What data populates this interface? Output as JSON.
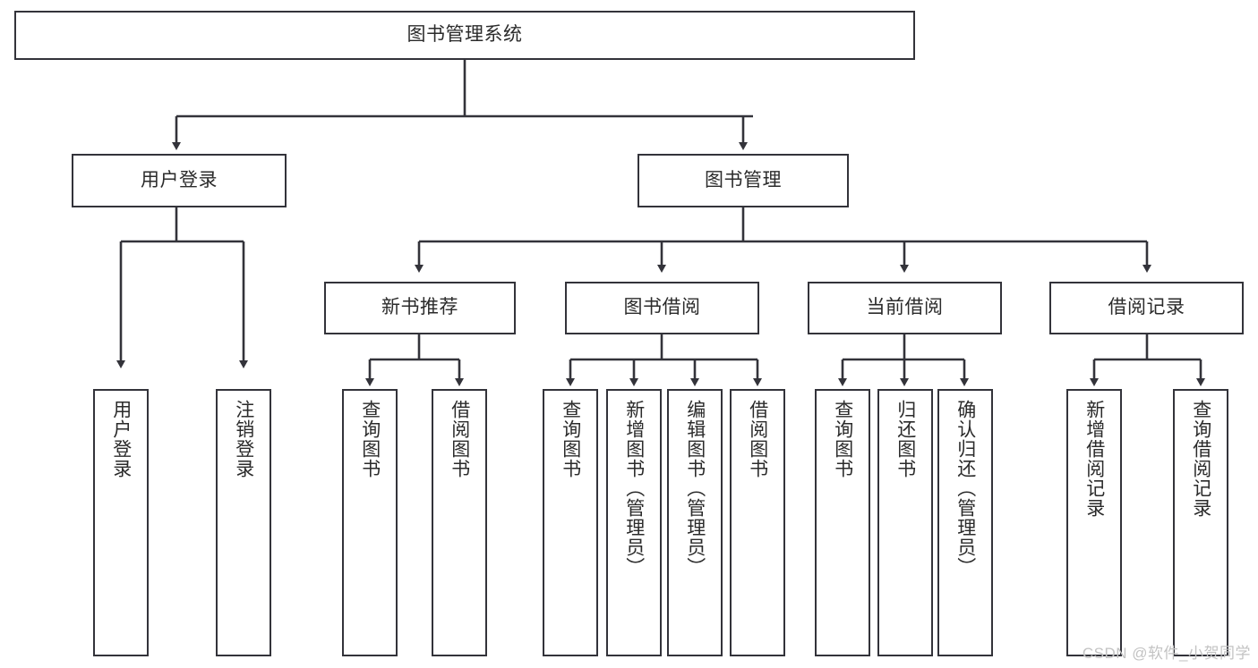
{
  "diagram": {
    "title": "图书管理系统",
    "type": "功能结构图",
    "colors": {
      "node_border": "#33333a",
      "node_fill": "#ffffff",
      "edge": "#33333a",
      "text": "#2b2b2b",
      "watermark": "#c3c3c3",
      "background": "#ffffff"
    },
    "watermark": "CSDN @软件_小贺同学",
    "nodes": {
      "root": {
        "label": "图书管理系统"
      },
      "level2": [
        {
          "id": "user-login",
          "label": "用户登录"
        },
        {
          "id": "book-manage",
          "label": "图书管理"
        }
      ],
      "level3": [
        {
          "id": "new-book-recommend",
          "label": "新书推荐"
        },
        {
          "id": "book-borrow",
          "label": "图书借阅"
        },
        {
          "id": "current-borrow",
          "label": "当前借阅"
        },
        {
          "id": "borrow-record",
          "label": "借阅记录"
        }
      ],
      "leaves": {
        "user_login": [
          {
            "id": "leaf-user-login",
            "label": "用户登录"
          },
          {
            "id": "leaf-logout-login",
            "label": "注销登录"
          }
        ],
        "new_book_recommend": [
          {
            "id": "leaf-query-book-1",
            "label": "查询图书"
          },
          {
            "id": "leaf-borrow-book-1",
            "label": "借阅图书"
          }
        ],
        "book_borrow": [
          {
            "id": "leaf-query-book-2",
            "label": "查询图书"
          },
          {
            "id": "leaf-add-book",
            "label": "新增图书（管理员）"
          },
          {
            "id": "leaf-edit-book",
            "label": "编辑图书（管理员）"
          },
          {
            "id": "leaf-borrow-book-2",
            "label": "借阅图书"
          }
        ],
        "current_borrow": [
          {
            "id": "leaf-query-book-3",
            "label": "查询图书"
          },
          {
            "id": "leaf-return-book",
            "label": "归还图书"
          },
          {
            "id": "leaf-confirm-return",
            "label": "确认归还（管理员）"
          }
        ],
        "borrow_record": [
          {
            "id": "leaf-add-borrow-record",
            "label": "新增借阅记录"
          },
          {
            "id": "leaf-query-borrow-record",
            "label": "查询借阅记录"
          }
        ]
      }
    }
  }
}
